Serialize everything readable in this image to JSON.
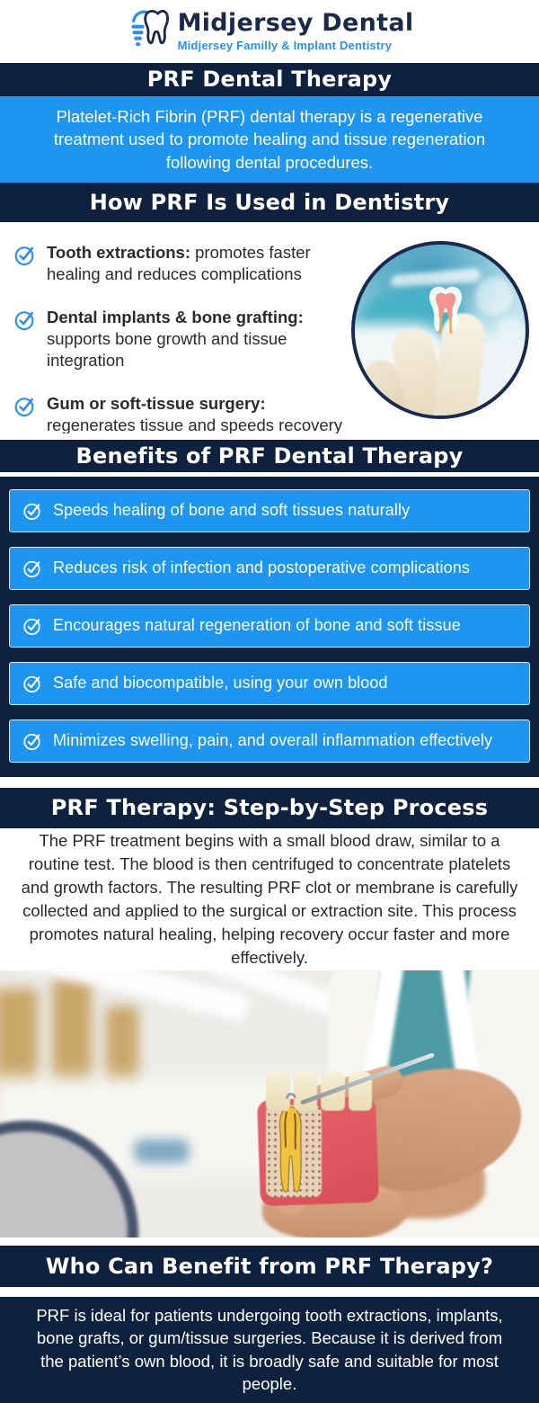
{
  "logo": {
    "title": "Midjersey Dental",
    "tagline": "Midjersey Familly & Implant Dentistry"
  },
  "intro_banner": {
    "title": "PRF Dental Therapy"
  },
  "intro": {
    "body": "Platelet-Rich Fibrin (PRF) dental therapy is a regenerative treatment used to promote healing and tissue regeneration following dental procedures."
  },
  "usage": {
    "title": "How PRF Is Used in Dentistry",
    "items": [
      {
        "lead": "Tooth extractions:",
        "rest": " promotes faster healing and reduces complications"
      },
      {
        "lead": "Dental implants & bone grafting:",
        "rest": " supports bone growth and tissue integration"
      },
      {
        "lead": "Gum or soft-tissue surgery:",
        "rest": " regenerates tissue and speeds recovery"
      }
    ]
  },
  "benefits": {
    "title": "Benefits of PRF Dental Therapy",
    "items": [
      "Speeds healing of bone and soft tissues naturally",
      "Reduces risk of infection and postoperative complications",
      "Encourages natural regeneration of bone and soft tissue",
      "Safe and biocompatible, using your own blood",
      "Minimizes swelling, pain, and overall inflammation effectively"
    ]
  },
  "process": {
    "title": "PRF Therapy: Step-by-Step Process",
    "body": "The PRF treatment begins with a small blood draw, similar to a routine test. The blood is then centrifuged to concentrate platelets and growth factors. The resulting PRF clot or membrane is carefully collected and applied to the surgical or extraction site. This process promotes natural healing, helping recovery occur faster and more effectively."
  },
  "who": {
    "title": "Who Can Benefit from PRF Therapy?",
    "body": "PRF is ideal for patients undergoing tooth extractions, implants, bone grafts, or gum/tissue surgeries. Because it is derived from the patient’s own blood, it is broadly safe and suitable for most people."
  },
  "colors": {
    "navy": "#0e2240",
    "bright_blue": "#1e96f0",
    "accent_blue": "#2e8ef0"
  }
}
